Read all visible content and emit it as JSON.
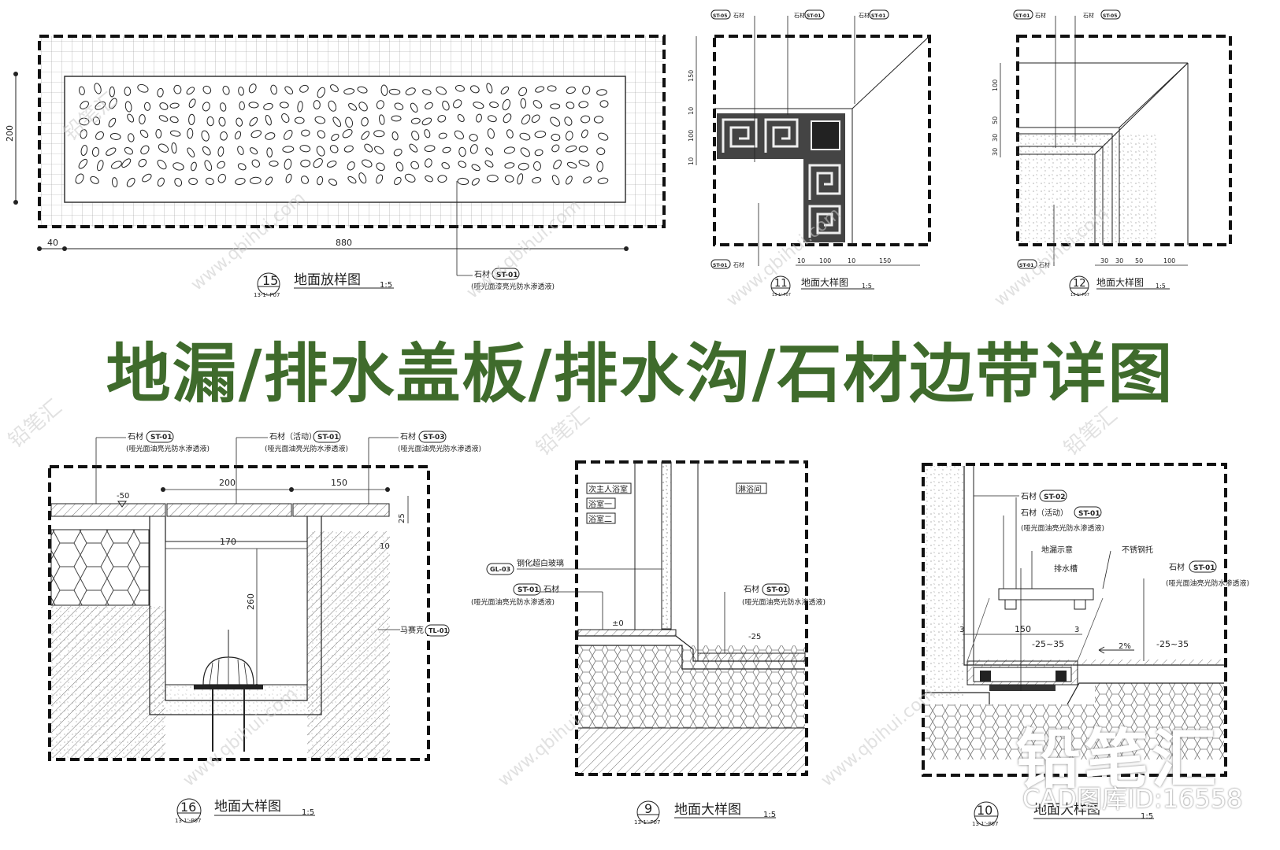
{
  "page_title": "地漏/排水盖板/排水沟/石材边带详图",
  "watermark": {
    "brand": "铅笔汇",
    "url": "www.qbihui.com"
  },
  "logo": {
    "brand": "铅笔汇",
    "cad_id": "CAD图库ID:16558"
  },
  "colors": {
    "title_green": "#3f6b2c",
    "line": "#222222",
    "hatch": "#555555"
  },
  "panels": {
    "p15": {
      "number": "15",
      "sheet_ref": "13-1'-P07",
      "title": "地面放样图",
      "scale": "1:5",
      "dim_height": "200",
      "dim_left": "40",
      "dim_width": "880",
      "callout": {
        "label": "石材",
        "tag": "ST-01",
        "note": "(哑光面漆亮光防水渗透液)"
      }
    },
    "p11": {
      "number": "11",
      "sheet_ref": "13-1'-P07",
      "title": "地面大样图",
      "scale": "1:5",
      "tags": [
        "ST-05",
        "ST-01",
        "ST-01",
        "ST-01"
      ],
      "tag_label": "石材",
      "dims_left": [
        "150",
        "10",
        "100",
        "10"
      ],
      "dims_bottom": [
        "10",
        "100",
        "10",
        "150"
      ]
    },
    "p12": {
      "number": "12",
      "sheet_ref": "13-1'-P07",
      "title": "地面大样图",
      "scale": "1:5",
      "tags": [
        "ST-01",
        "ST-05",
        "ST-01"
      ],
      "tag_label": "石材",
      "dims_left": [
        "100",
        "50",
        "30",
        "30"
      ],
      "dims_bottom": [
        "30",
        "30",
        "50",
        "100"
      ]
    },
    "p16": {
      "number": "16",
      "sheet_ref": "13-1'-P07",
      "title": "地面大样图",
      "scale": "1:5",
      "callouts": [
        {
          "label": "石材",
          "tag": "ST-01",
          "note": "(哑光面油亮光防水渗透液)"
        },
        {
          "label": "石材（活动）",
          "tag": "ST-01",
          "note": "(哑光面油亮光防水渗透液)"
        },
        {
          "label": "石材",
          "tag": "ST-03",
          "note": "(哑光面油亮光防水渗透液)"
        }
      ],
      "level": "-50",
      "dim_a": "200",
      "dim_b": "150",
      "dim_inner": "170",
      "dim_depth": "260",
      "dim_25": "25",
      "dim_10": "10",
      "side_label": "马赛克",
      "side_tag": "TL-01"
    },
    "p9": {
      "number": "9",
      "sheet_ref": "13-1'-P07",
      "title": "地面大样图",
      "scale": "1:5",
      "room_labels": [
        "次主人浴室",
        "浴室一",
        "浴室二"
      ],
      "shower_label": "淋浴间",
      "glass": {
        "tag": "GL-03",
        "label": "钢化超白玻璃"
      },
      "stone_left": {
        "tag": "ST-01",
        "label": "石材",
        "note": "(哑光面油亮光防水渗透液)"
      },
      "stone_right": {
        "label": "石材",
        "tag": "ST-01",
        "note": "(哑光面油亮光防水渗透液)"
      },
      "level_0": "±0",
      "level_25": "-25"
    },
    "p10": {
      "number": "10",
      "sheet_ref": "13-1'-P07",
      "title": "地面大样图",
      "scale": "1:5",
      "callouts": [
        {
          "label": "石材",
          "tag": "ST-02"
        },
        {
          "label": "石材（活动）",
          "tag": "ST-01",
          "note": "(哑光面油亮光防水渗透液)"
        }
      ],
      "drain_hint": "地漏示意",
      "steel": "不锈钢托",
      "channel": "排水槽",
      "stone_right": {
        "label": "石材",
        "tag": "ST-01",
        "note": "(哑光面油亮光防水渗透液)"
      },
      "dim_3a": "3",
      "dim_150": "150",
      "dim_3b": "3",
      "level_a": "-25~35",
      "level_b": "-25~35",
      "slope": "2%"
    }
  }
}
